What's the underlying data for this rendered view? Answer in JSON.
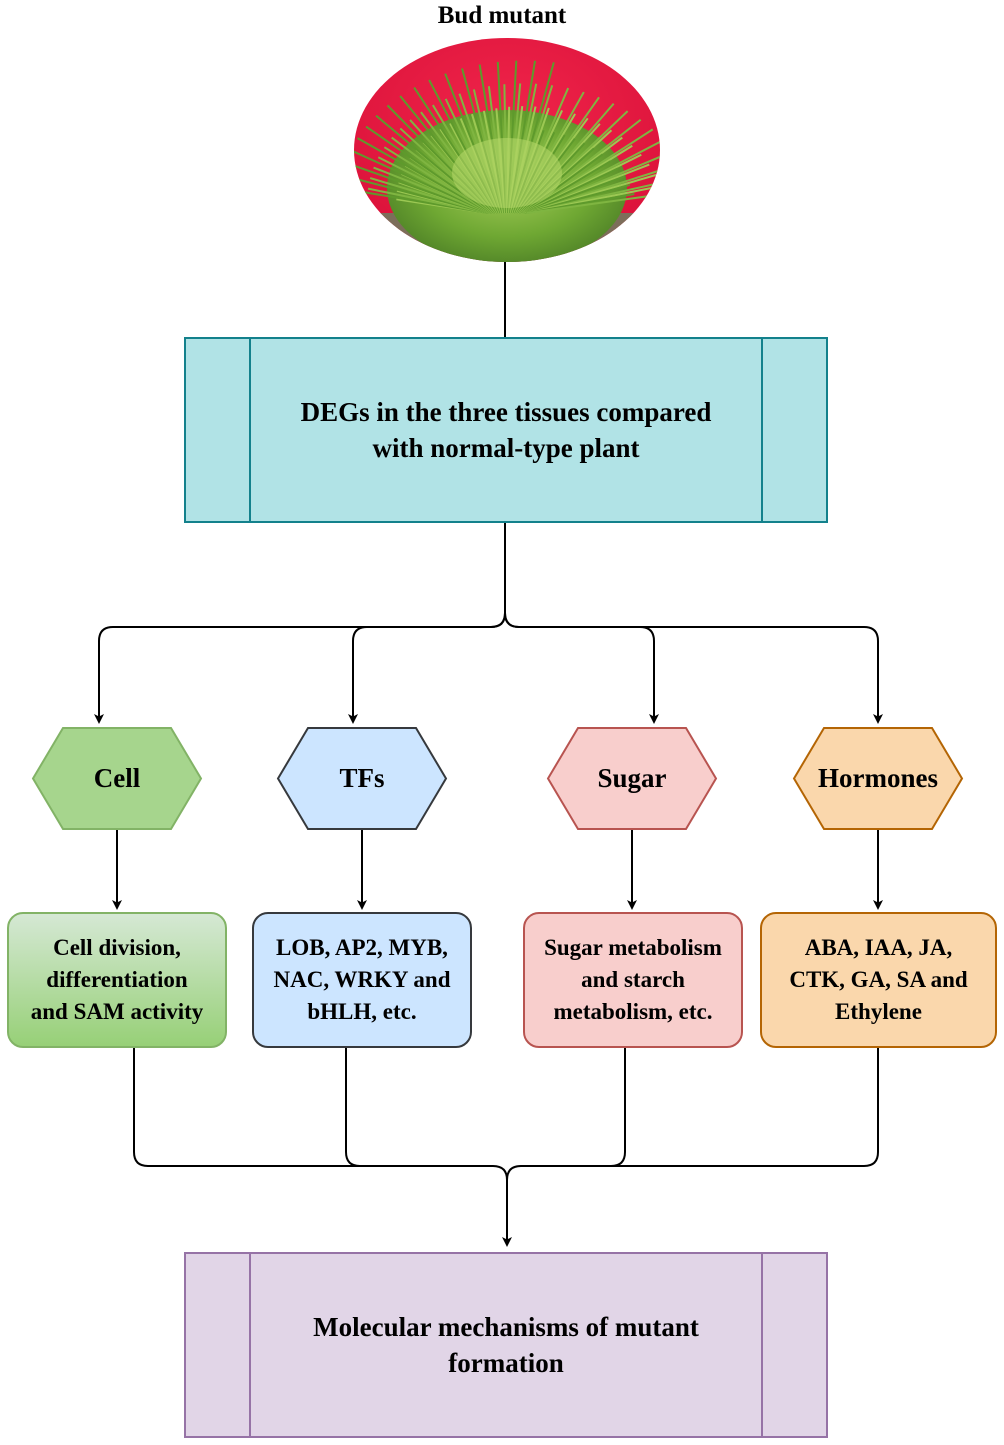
{
  "title": "Bud mutant",
  "image": {
    "name": "plant-photo",
    "description_colors": {
      "background": "#e8193f",
      "foliage": "#5e9a2c"
    }
  },
  "top_box": {
    "line1": "DEGs  in the three tissues compared",
    "line2": "with normal-type plant",
    "fill": "#b1e3e6",
    "stroke": "#13818c"
  },
  "categories": [
    {
      "key": "cell",
      "hex_label": "Cell",
      "detail": [
        "Cell division,",
        "differentiation",
        "and SAM activity"
      ],
      "fill": "#a6d58d",
      "stroke": "#82b366",
      "detail_fill_top": "#d5e8d4",
      "detail_fill_bottom": "#97d077"
    },
    {
      "key": "tfs",
      "hex_label": "TFs",
      "detail": [
        "LOB, AP2, MYB,",
        "NAC, WRKY and",
        "bHLH, etc."
      ],
      "fill": "#cce5ff",
      "stroke": "#36393d",
      "detail_fill_top": "#cce5ff",
      "detail_fill_bottom": "#cce5ff"
    },
    {
      "key": "sugar",
      "hex_label": "Sugar",
      "detail": [
        "Sugar metabolism",
        "and starch",
        "metabolism, etc."
      ],
      "fill": "#f8cecc",
      "stroke": "#b85450",
      "detail_fill_top": "#f8cecc",
      "detail_fill_bottom": "#f8cecc"
    },
    {
      "key": "hormones",
      "hex_label": "Hormones",
      "detail": [
        "ABA, IAA, JA,",
        "CTK, GA, SA and",
        "Ethylene"
      ],
      "fill": "#fad7ac",
      "stroke": "#b46504",
      "detail_fill_top": "#fad7ac",
      "detail_fill_bottom": "#fad7ac"
    }
  ],
  "bottom_box": {
    "line1": "Molecular mechanisms of mutant",
    "line2": "formation",
    "fill": "#e1d5e7",
    "stroke": "#9673a6"
  }
}
